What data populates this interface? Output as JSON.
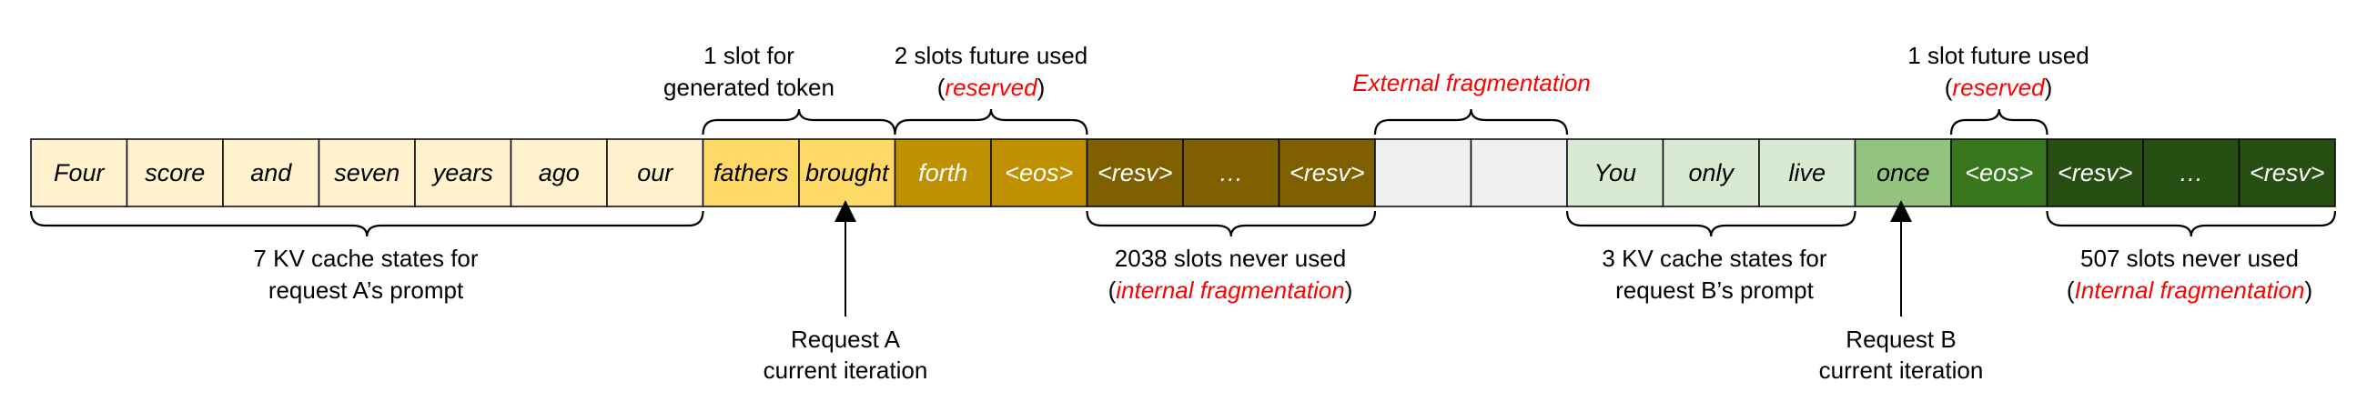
{
  "slots": [
    {
      "text": "Four",
      "fill": "#fff2cc",
      "color": "#000000"
    },
    {
      "text": "score",
      "fill": "#fff2cc",
      "color": "#000000"
    },
    {
      "text": "and",
      "fill": "#fff2cc",
      "color": "#000000"
    },
    {
      "text": "seven",
      "fill": "#fff2cc",
      "color": "#000000"
    },
    {
      "text": "years",
      "fill": "#fff2cc",
      "color": "#000000"
    },
    {
      "text": "ago",
      "fill": "#fff2cc",
      "color": "#000000"
    },
    {
      "text": "our",
      "fill": "#fff2cc",
      "color": "#000000"
    },
    {
      "text": "fathers",
      "fill": "#ffd966",
      "color": "#000000"
    },
    {
      "text": "brought",
      "fill": "#ffd966",
      "color": "#000000"
    },
    {
      "text": "forth",
      "fill": "#bf9000",
      "color": "#ffffff"
    },
    {
      "text": "<eos>",
      "fill": "#bf9000",
      "color": "#ffffff"
    },
    {
      "text": "<resv>",
      "fill": "#7f6000",
      "color": "#ffffff"
    },
    {
      "text": "…",
      "fill": "#7f6000",
      "color": "#ffffff"
    },
    {
      "text": "<resv>",
      "fill": "#7f6000",
      "color": "#ffffff"
    },
    {
      "text": "",
      "fill": "#efefef",
      "color": "#000000"
    },
    {
      "text": "",
      "fill": "#efefef",
      "color": "#000000"
    },
    {
      "text": "You",
      "fill": "#d9ead3",
      "color": "#000000"
    },
    {
      "text": "only",
      "fill": "#d9ead3",
      "color": "#000000"
    },
    {
      "text": "live",
      "fill": "#d9ead3",
      "color": "#000000"
    },
    {
      "text": "once",
      "fill": "#93c47d",
      "color": "#000000"
    },
    {
      "text": "<eos>",
      "fill": "#38761d",
      "color": "#ffffff"
    },
    {
      "text": "<resv>",
      "fill": "#274e13",
      "color": "#ffffff"
    },
    {
      "text": "…",
      "fill": "#274e13",
      "color": "#ffffff"
    },
    {
      "text": "<resv>",
      "fill": "#274e13",
      "color": "#ffffff"
    }
  ],
  "labels": {
    "gen_slot_1": "1 slot for",
    "gen_slot_2": "generated token",
    "future2_1": "2 slots future used",
    "future2_open": "(",
    "future2_red": "reserved",
    "future2_close": ")",
    "external": "External fragmentation",
    "future1_1": "1 slot future used",
    "future1_open": "(",
    "future1_red": "reserved",
    "future1_close": ")",
    "promptA_1": "7 KV cache states for",
    "promptA_2": "request A’s prompt",
    "neverA_1": "2038 slots never used",
    "neverA_open": "(",
    "neverA_red": "internal fragmentation",
    "neverA_close": ")",
    "promptB_1": "3 KV cache states for",
    "promptB_2": "request B’s prompt",
    "neverB_1": "507 slots never used",
    "neverB_open": "(",
    "neverB_red": "Internal fragmentation",
    "neverB_close": ")",
    "reqA_1": "Request A",
    "reqA_2": "current iteration",
    "reqB_1": "Request B",
    "reqB_2": "current iteration"
  },
  "colors": {
    "outline": "#000000",
    "highlight": "#ff0000"
  }
}
